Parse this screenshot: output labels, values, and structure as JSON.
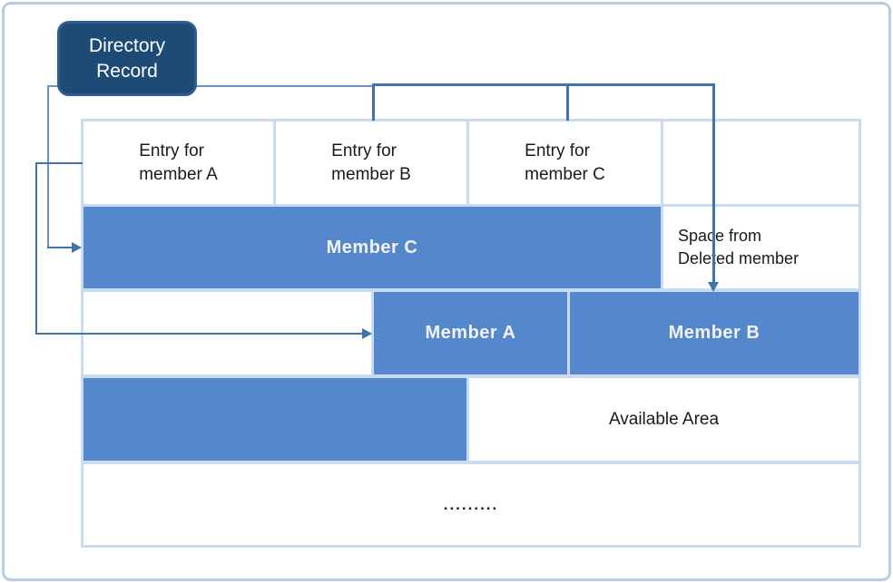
{
  "directory_record": {
    "label": "Directory\nRecord"
  },
  "directory_table": {
    "entries": {
      "a": "Entry for\nmember A",
      "b": "Entry for\nmember B",
      "c": "Entry for\nmember C",
      "empty": ""
    },
    "members": {
      "a": "Member A",
      "b": "Member B",
      "c": "Member C"
    },
    "space_from_deleted": "Space from\nDeleted member",
    "available_area": "Available Area",
    "ellipsis": "........."
  },
  "colors": {
    "member_fill": "#5587cc",
    "member_text": "#f2f4f8",
    "directory_fill": "#1e4a76",
    "directory_border": "#2e5e8f",
    "table_border": "#c9dbf1",
    "frame_border": "#b6cdea",
    "connector": "#3f73a9",
    "connector_light": "#6c95c5"
  }
}
